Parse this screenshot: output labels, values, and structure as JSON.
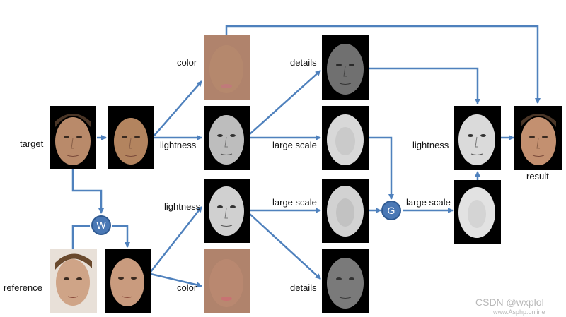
{
  "diagram": {
    "labels": {
      "target": "target",
      "reference": "reference",
      "color_top": "color",
      "color_bottom": "color",
      "lightness_target": "lightness",
      "lightness_reference": "lightness",
      "lightness_result": "lightness",
      "details_top": "details",
      "details_bottom": "details",
      "large_scale_target": "large scale",
      "large_scale_reference": "large scale",
      "large_scale_combined": "large scale",
      "result": "result"
    },
    "nodes": {
      "w": "W",
      "g": "G"
    },
    "colors": {
      "arrow": "#4f81bd",
      "node_fill": "#4a78b5",
      "color_map": "#b0836c",
      "photo_skin": "#b98a6a",
      "background": "#000000"
    }
  },
  "watermark": {
    "line1": "CSDN @wxplol",
    "line2": "www.Asphp.online"
  }
}
